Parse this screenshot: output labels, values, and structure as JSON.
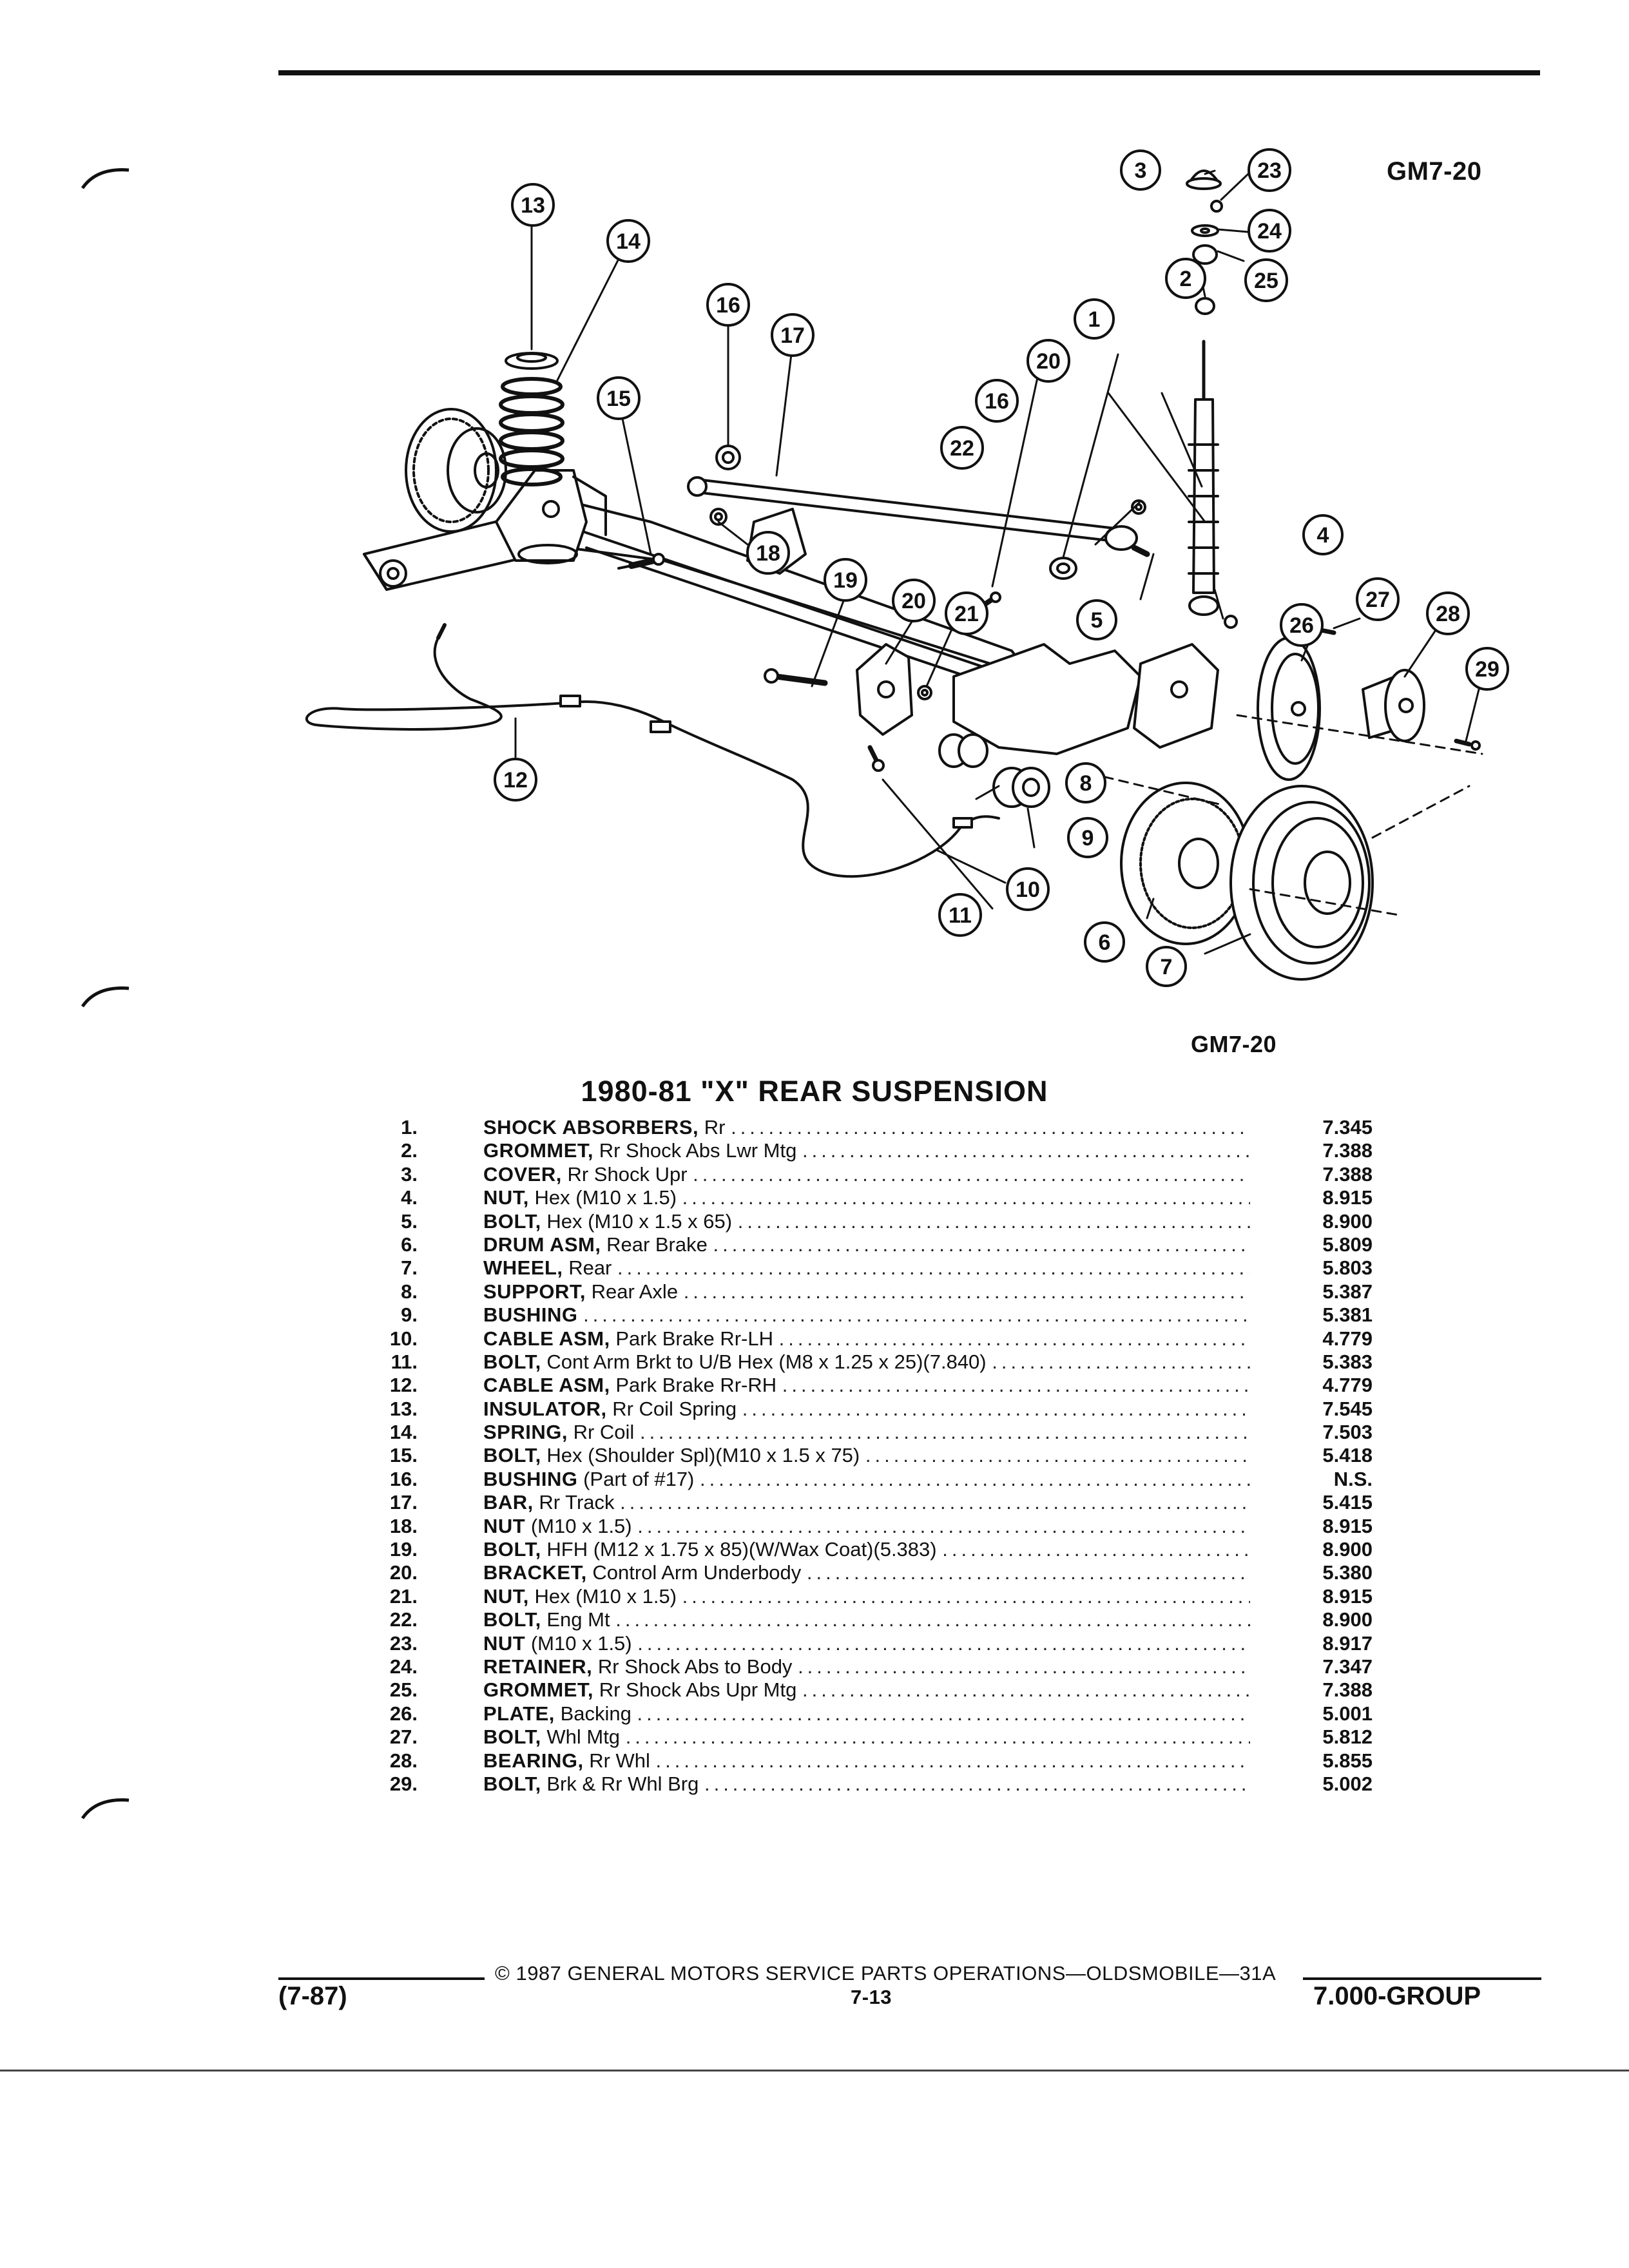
{
  "figure": {
    "id_top": "GM7-20",
    "id_bottom": "GM7-20",
    "callouts": [
      "1",
      "2",
      "3",
      "4",
      "5",
      "6",
      "7",
      "8",
      "9",
      "10",
      "11",
      "12",
      "13",
      "14",
      "15",
      "16",
      "16",
      "17",
      "18",
      "19",
      "20",
      "20",
      "21",
      "22",
      "23",
      "24",
      "25",
      "26",
      "27",
      "28",
      "29"
    ]
  },
  "title": "1980-81 \"X\" REAR SUSPENSION",
  "parts": [
    {
      "num": "1.",
      "name": "SHOCK ABSORBERS,",
      "desc": "Rr",
      "code": "7.345"
    },
    {
      "num": "2.",
      "name": "GROMMET,",
      "desc": "Rr Shock Abs Lwr Mtg",
      "code": "7.388"
    },
    {
      "num": "3.",
      "name": "COVER,",
      "desc": "Rr Shock Upr",
      "code": "7.388"
    },
    {
      "num": "4.",
      "name": "NUT,",
      "desc": "Hex (M10 x 1.5)",
      "code": "8.915"
    },
    {
      "num": "5.",
      "name": "BOLT,",
      "desc": "Hex (M10 x 1.5 x 65)",
      "code": "8.900"
    },
    {
      "num": "6.",
      "name": "DRUM ASM,",
      "desc": "Rear Brake",
      "code": "5.809"
    },
    {
      "num": "7.",
      "name": "WHEEL,",
      "desc": "Rear",
      "code": "5.803"
    },
    {
      "num": "8.",
      "name": "SUPPORT,",
      "desc": "Rear Axle",
      "code": "5.387"
    },
    {
      "num": "9.",
      "name": "BUSHING",
      "desc": "",
      "code": "5.381"
    },
    {
      "num": "10.",
      "name": "CABLE ASM,",
      "desc": "Park Brake Rr-LH",
      "code": "4.779"
    },
    {
      "num": "11.",
      "name": "BOLT,",
      "desc": "Cont Arm Brkt to U/B Hex (M8 x 1.25 x 25)(7.840)",
      "code": "5.383"
    },
    {
      "num": "12.",
      "name": "CABLE ASM,",
      "desc": "Park Brake Rr-RH",
      "code": "4.779"
    },
    {
      "num": "13.",
      "name": "INSULATOR,",
      "desc": "Rr Coil Spring",
      "code": "7.545"
    },
    {
      "num": "14.",
      "name": "SPRING,",
      "desc": "Rr Coil",
      "code": "7.503"
    },
    {
      "num": "15.",
      "name": "BOLT,",
      "desc": "Hex (Shoulder Spl)(M10 x 1.5 x 75)",
      "code": "5.418"
    },
    {
      "num": "16.",
      "name": "BUSHING",
      "desc": "(Part of #17)",
      "code": "N.S."
    },
    {
      "num": "17.",
      "name": "BAR,",
      "desc": "Rr Track",
      "code": "5.415"
    },
    {
      "num": "18.",
      "name": "NUT",
      "desc": "(M10 x 1.5)",
      "code": "8.915"
    },
    {
      "num": "19.",
      "name": "BOLT,",
      "desc": "HFH (M12 x 1.75 x 85)(W/Wax Coat)(5.383)",
      "code": "8.900"
    },
    {
      "num": "20.",
      "name": "BRACKET,",
      "desc": "Control Arm Underbody",
      "code": "5.380"
    },
    {
      "num": "21.",
      "name": "NUT,",
      "desc": "Hex (M10 x 1.5)",
      "code": "8.915"
    },
    {
      "num": "22.",
      "name": "BOLT,",
      "desc": "Eng Mt",
      "code": "8.900"
    },
    {
      "num": "23.",
      "name": "NUT",
      "desc": "(M10 x 1.5)",
      "code": "8.917"
    },
    {
      "num": "24.",
      "name": "RETAINER,",
      "desc": "Rr Shock Abs to Body",
      "code": "7.347"
    },
    {
      "num": "25.",
      "name": "GROMMET,",
      "desc": "Rr Shock Abs Upr Mtg",
      "code": "7.388"
    },
    {
      "num": "26.",
      "name": "PLATE,",
      "desc": "Backing",
      "code": "5.001"
    },
    {
      "num": "27.",
      "name": "BOLT,",
      "desc": "Whl Mtg",
      "code": "5.812"
    },
    {
      "num": "28.",
      "name": "BEARING,",
      "desc": "Rr Whl",
      "code": "5.855"
    },
    {
      "num": "29.",
      "name": "BOLT,",
      "desc": "Brk & Rr Whl Brg",
      "code": "5.002"
    }
  ],
  "footer": {
    "copyright": "© 1987 GENERAL MOTORS SERVICE PARTS OPERATIONS—OLDSMOBILE—31A",
    "date": "(7-87)",
    "page": "7-13",
    "group": "7.000-GROUP"
  }
}
